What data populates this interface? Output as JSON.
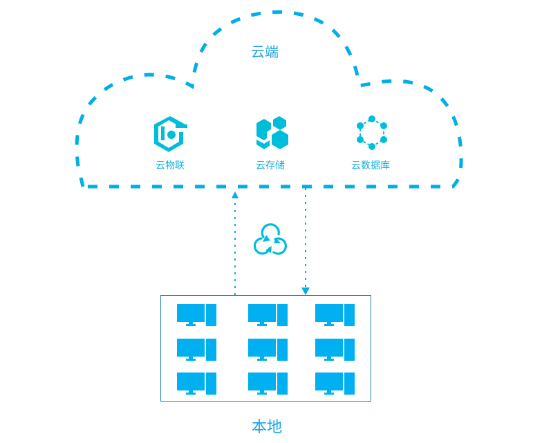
{
  "colors": {
    "cloud_outline": "#00aee8",
    "icon": "#00bddc",
    "pc": "#00b0f0",
    "box_border": "#1b82ac",
    "text": "#1aa3d9"
  },
  "cloud": {
    "title": "云端",
    "services": [
      {
        "label": "云物联",
        "icon": "iot-icon"
      },
      {
        "label": "云存储",
        "icon": "storage-cubes-icon"
      },
      {
        "label": "云数据库",
        "icon": "database-nodes-icon"
      }
    ]
  },
  "sync": {
    "icon": "cloud-sync-icon"
  },
  "connections": [
    {
      "from": "local",
      "to": "cloud",
      "style": "dotted-arrow-up"
    },
    {
      "from": "cloud",
      "to": "local",
      "style": "dotted-arrow-down"
    }
  ],
  "local": {
    "title": "本地",
    "rows": 3,
    "cols": 3,
    "computers": 9
  }
}
